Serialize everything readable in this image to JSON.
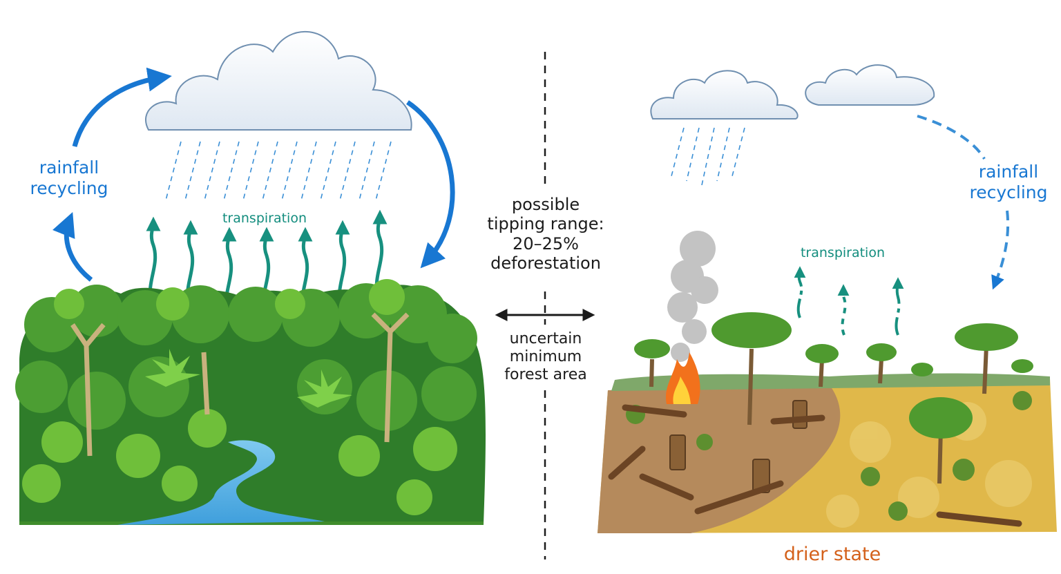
{
  "left_panel": {
    "rainfall_recycling": [
      "rainfall",
      "recycling"
    ],
    "transpiration": "transpiration"
  },
  "center": {
    "tipping_range": [
      "possible",
      "tipping range:",
      "20–25%",
      "deforestation"
    ],
    "minimum_area": [
      "uncertain",
      "minimum",
      "forest area"
    ]
  },
  "right_panel": {
    "rainfall_recycling": [
      "rainfall",
      "recycling"
    ],
    "transpiration": "transpiration",
    "state_label": "drier state"
  },
  "colors": {
    "rain_arrow": "#1877d2",
    "transpiration_arrow": "#17907f",
    "forest_dark": "#2f7d2a",
    "forest_light": "#6fbf3a",
    "river": "#5fb7e8",
    "dry_grass": "#e0b84a",
    "soil": "#b58a5c",
    "fire": "#f2711c",
    "drier_state_text": "#d4611b"
  }
}
